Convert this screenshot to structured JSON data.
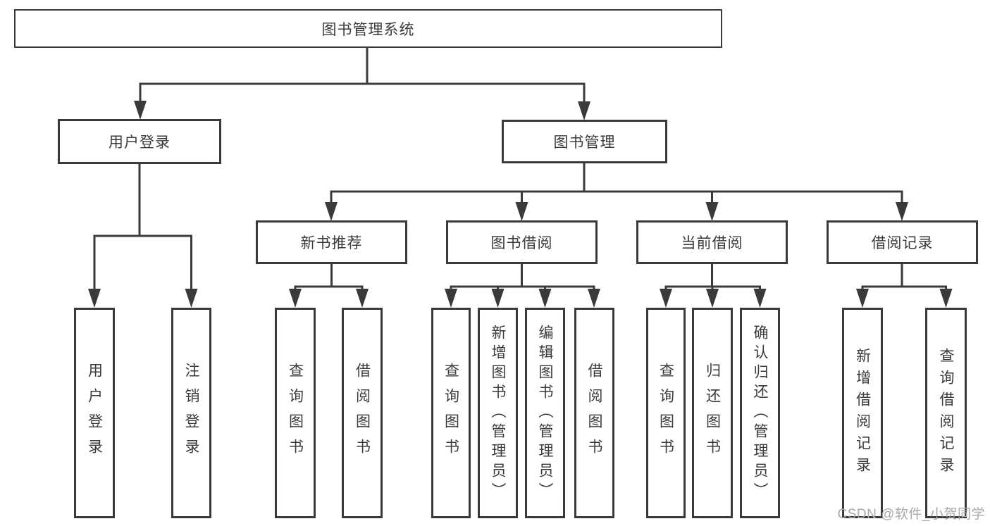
{
  "diagram": {
    "root": {
      "label": "图书管理系统"
    },
    "branches": [
      {
        "label": "用户登录",
        "children": [
          {
            "label": "用户登录"
          },
          {
            "label": "注销登录"
          }
        ]
      },
      {
        "label": "图书管理",
        "children": [
          {
            "label": "新书推荐",
            "children": [
              {
                "label": "查询图书"
              },
              {
                "label": "借阅图书"
              }
            ]
          },
          {
            "label": "图书借阅",
            "children": [
              {
                "label": "查询图书"
              },
              {
                "label": "新增图书（管理员）"
              },
              {
                "label": "编辑图书（管理员）"
              },
              {
                "label": "借阅图书"
              }
            ]
          },
          {
            "label": "当前借阅",
            "children": [
              {
                "label": "查询图书"
              },
              {
                "label": "归还图书"
              },
              {
                "label": "确认归还（管理员）"
              }
            ]
          },
          {
            "label": "借阅记录",
            "children": [
              {
                "label": "新增借阅记录"
              },
              {
                "label": "查询借阅记录"
              }
            ]
          }
        ]
      }
    ]
  },
  "watermark": {
    "text": "CSDN @软件_小贺同学"
  },
  "colors": {
    "line": "#3a3a3a",
    "text": "#3a3a3a",
    "background": "#ffffff",
    "watermark": "#a8a8a8"
  }
}
